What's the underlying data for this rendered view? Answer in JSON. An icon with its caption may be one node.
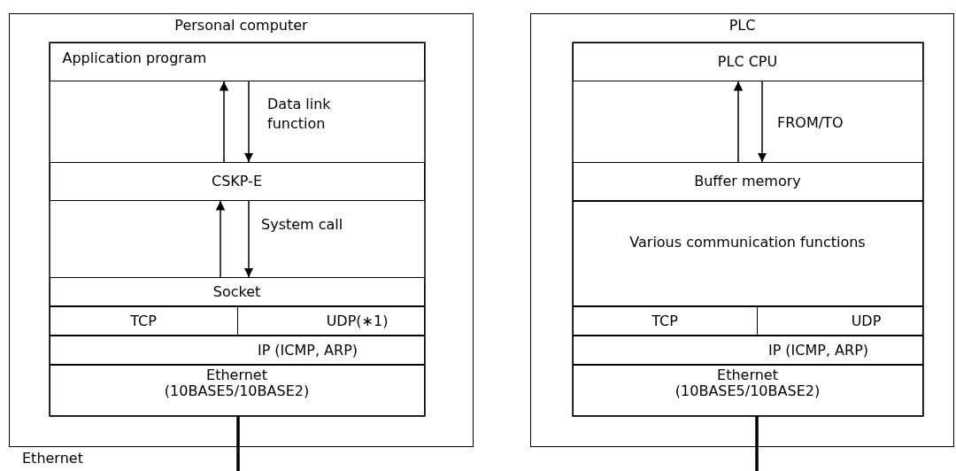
{
  "diagram": {
    "nodes": [
      {
        "text": [
          "Personal computer"
        ]
      },
      {
        "text": [
          "Application program"
        ],
        "in": 0
      },
      {
        "text": [
          "CSKP-E"
        ],
        "in": 0
      },
      {
        "text": [
          "Socket"
        ],
        "in": 0
      },
      {
        "text": [
          "TCP"
        ],
        "in": 0
      },
      {
        "text": [
          "UDP(∗1)"
        ],
        "in": 0
      },
      {
        "text": [
          "IP (ICMP, ARP)"
        ],
        "in": 0
      },
      {
        "text": [
          "Ethernet (10BASE5/10BASE2)"
        ],
        "in": 0
      },
      {
        "text": [
          "PLC"
        ]
      },
      {
        "text": [
          "PLC CPU"
        ],
        "in": 8
      },
      {
        "text": [
          "Buffer memory"
        ],
        "in": 8
      },
      {
        "text": [
          "Various communication functions"
        ],
        "in": 8
      },
      {
        "text": [
          "TCP"
        ],
        "in": 8
      },
      {
        "text": [
          "UDP"
        ],
        "in": 8
      },
      {
        "text": [
          "IP (ICMP, ARP)"
        ],
        "in": 8
      },
      {
        "text": [
          "Ethernet (10BASE5/10BASE2)"
        ],
        "in": 8
      }
    ],
    "edges": [
      {
        "from": 2,
        "to": 1,
        "arrow": "to"
      },
      {
        "from": 1,
        "to": 2,
        "arrow": "to",
        "label": "Data link function"
      },
      {
        "from": 3,
        "to": 2,
        "arrow": "to"
      },
      {
        "from": 2,
        "to": 3,
        "arrow": "to",
        "label": "System call"
      },
      {
        "from": 10,
        "to": 9,
        "arrow": "to"
      },
      {
        "from": 9,
        "to": 10,
        "arrow": "to",
        "label": "FROM/TO"
      },
      {
        "from": 7,
        "to": null,
        "arrow": "none",
        "style": "thick"
      },
      {
        "from": 15,
        "to": null,
        "arrow": "none",
        "style": "thick"
      }
    ],
    "labels": [
      "Ethernet"
    ]
  }
}
